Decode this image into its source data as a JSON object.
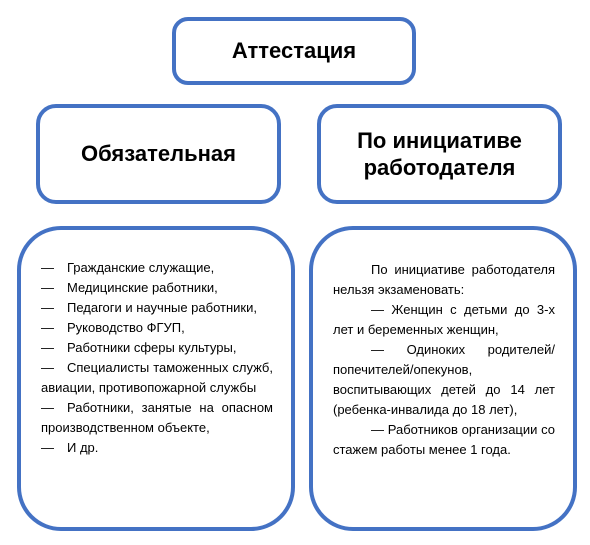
{
  "root": {
    "title": "Аттестация"
  },
  "left": {
    "title": "Обязательная",
    "items": [
      "Гражданские служащие,",
      "Медицинские работники,",
      "Педагоги и научные работники,",
      "Руководство ФГУП,",
      "Работники сферы культуры,",
      "Специалисты таможенных служб, авиации, противопожарной службы",
      "Работники, занятые на опасном производственном объекте,",
      "И др."
    ],
    "dash": "—"
  },
  "right": {
    "title_line1": "По инициативе",
    "title_line2": "работодателя",
    "intro": "По инициативе работодателя нельзя экзаменовать:",
    "items": [
      "Женщин с детьми до 3-х лет и беременных женщин,",
      "Одиноких родителей/попечителей/опекунов, воспитывающих детей до 14 лет (ребенка-инвалида до 18 лет),",
      "Работников организации со стажем работы менее 1 года."
    ],
    "dash": "—"
  },
  "colors": {
    "border": "#4472c4",
    "text": "#000000",
    "background": "#ffffff"
  }
}
